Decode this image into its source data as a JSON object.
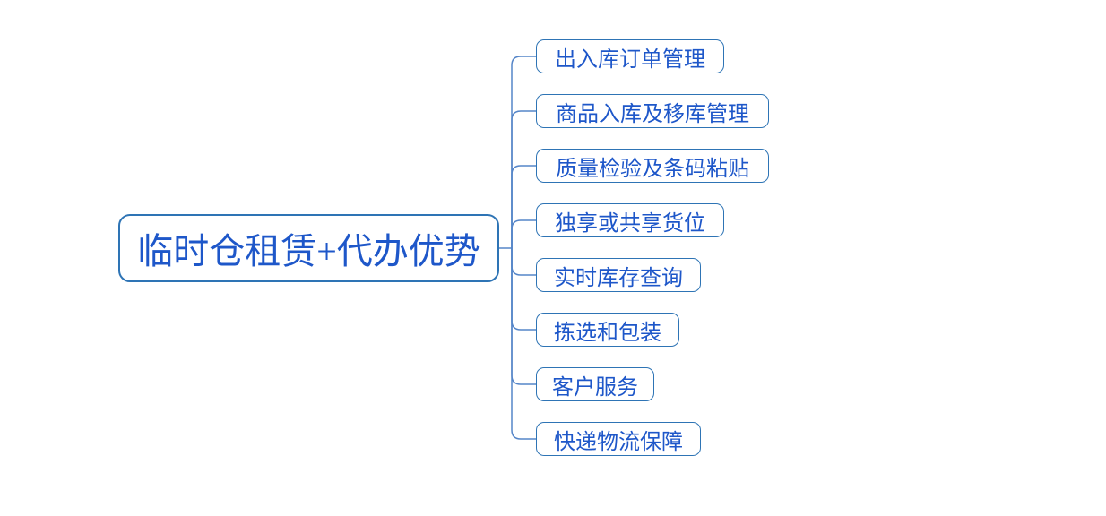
{
  "diagram": {
    "type": "mindmap",
    "root": {
      "label": "临时仓租赁+代办优势"
    },
    "children": [
      {
        "label": "出入库订单管理"
      },
      {
        "label": "商品入库及移库管理"
      },
      {
        "label": "质量检验及条码粘贴"
      },
      {
        "label": "独享或共享货位"
      },
      {
        "label": "实时库存查询"
      },
      {
        "label": "拣选和包装"
      },
      {
        "label": "客户服务"
      },
      {
        "label": "快递物流保障"
      }
    ],
    "colors": {
      "node_border": "#2E74B5",
      "text": "#1E57C9",
      "connector": "#5585C8",
      "background": "#FFFFFF"
    }
  }
}
